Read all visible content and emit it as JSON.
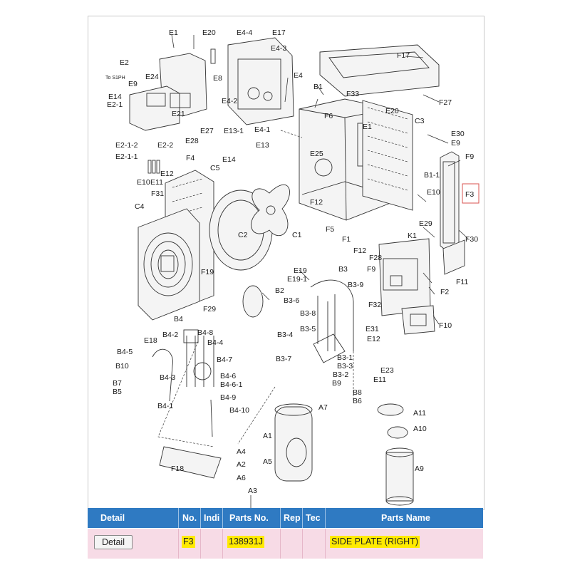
{
  "diagram": {
    "labels": {
      "E1a": "E1",
      "E20a": "E20",
      "E4-4": "E4-4",
      "E17": "E17",
      "E4-3": "E4-3",
      "F17": "F17",
      "E2": "E2",
      "E24": "E24",
      "E8": "E8",
      "E4": "E4",
      "E9a": "E9",
      "E14": "E14",
      "E2-1": "E2-1",
      "E4-2": "E4-2",
      "B1": "B1",
      "F33": "F33",
      "F27": "F27",
      "F6": "F6",
      "E20b": "E20",
      "C3": "C3",
      "E21": "E21",
      "E27": "E27",
      "E28": "E28",
      "E13-1": "E13-1",
      "E4-1": "E4-1",
      "E1b": "E1",
      "E30": "E30",
      "E9b": "E9",
      "E2-1-2": "E2-1-2",
      "E2-2": "E2-2",
      "E13": "E13",
      "E2-1-1": "E2-1-1",
      "E14b": "E14",
      "E25": "E25",
      "F9a": "F9",
      "F4": "F4",
      "C5": "C5",
      "E12": "E12",
      "E10a": "E10",
      "E11a": "E11",
      "B1-1": "B1-1",
      "F31": "F31",
      "E10b": "E10",
      "F3": "F3",
      "C4": "C4",
      "F12a": "F12",
      "E29": "E29",
      "C2": "C2",
      "F5": "F5",
      "C1": "C1",
      "F1": "F1",
      "K1": "K1",
      "F30": "F30",
      "F12b": "F12",
      "F28": "F28",
      "F19": "F19",
      "E19": "E19",
      "E19-1": "E19-1",
      "B3": "B3",
      "F9b": "F9",
      "B2": "B2",
      "B3-9": "B3-9",
      "F11": "F11",
      "F2": "F2",
      "B3-6": "B3-6",
      "F29": "F29",
      "F32": "F32",
      "B3-8": "B3-8",
      "B4": "B4",
      "B4-2": "B4-2",
      "B4-8": "B4-8",
      "E18": "E18",
      "B4-4": "B4-4",
      "B3-4": "B3-4",
      "B3-5": "B3-5",
      "E31": "E31",
      "F10": "F10",
      "E12b": "E12",
      "B4-5": "B4-5",
      "B4-7": "B4-7",
      "B10": "B10",
      "B3-7": "B3-7",
      "B3-1": "B3-1",
      "B3-3": "B3-3",
      "B3-2": "B3-2",
      "E23": "E23",
      "B4-3": "B4-3",
      "B4-6": "B4-6",
      "B4-6-1": "B4-6-1",
      "B7": "B7",
      "B5": "B5",
      "E11b": "E11",
      "B9": "B9",
      "B4-9": "B4-9",
      "B8": "B8",
      "B6": "B6",
      "B4-1": "B4-1",
      "A7": "A7",
      "B4-10": "B4-10",
      "A11": "A11",
      "A10": "A10",
      "A1": "A1",
      "A4": "A4",
      "A2": "A2",
      "A5": "A5",
      "F18": "F18",
      "A9": "A9",
      "A6": "A6",
      "A3": "A3"
    },
    "highlight_label": "F3",
    "small_text": "To S1PH"
  },
  "table": {
    "headers": {
      "detail": "Detail",
      "no": "No.",
      "indi": "Indi",
      "parts_no": "Parts No.",
      "rep": "Rep",
      "tec": "Tec",
      "parts_name": "Parts Name"
    },
    "row": {
      "detail_button": "Detail",
      "no": "F3",
      "parts_no": "138931J",
      "parts_name": "SIDE PLATE (RIGHT)"
    }
  },
  "colors": {
    "header_bg": "#2f7ac2",
    "row_bg": "#f7dbe6",
    "highlight": "#ffea00",
    "callout_box": "#d9534f"
  }
}
